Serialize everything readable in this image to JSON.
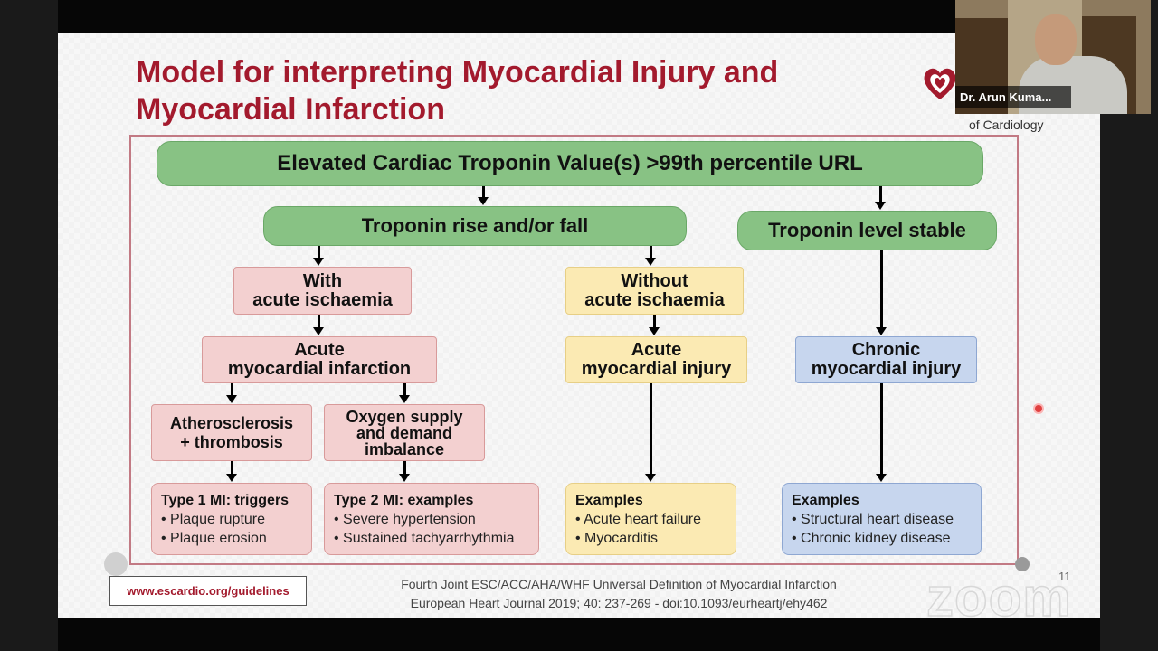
{
  "slide": {
    "title_line1": "Model for interpreting Myocardial Injury and",
    "title_line2": "Myocardial Infarction",
    "org_text": "of Cardiology",
    "page_number": "11",
    "url": "www.escardio.org/guidelines",
    "reference_line1": "Fourth Joint ESC/ACC/AHA/WHF Universal Definition of Myocardial Infarction",
    "reference_line2": "European Heart Journal 2019; 40: 237-269 - doi:10.1093/eurheartj/ehy462",
    "colors": {
      "title": "#a31a2d",
      "pill": "#88c284",
      "pink": "#f3d0d0",
      "yellow": "#fbeab3",
      "blue": "#c7d6ee"
    }
  },
  "flow": {
    "top": "Elevated Cardiac Troponin Value(s) >99th percentile URL",
    "rise_fall": "Troponin rise and/or fall",
    "stable": "Troponin level stable",
    "with_ischaemia": [
      "With",
      "acute ischaemia"
    ],
    "without_ischaemia": [
      "Without",
      "acute ischaemia"
    ],
    "acute_mi": [
      "Acute",
      "myocardial infarction"
    ],
    "acute_injury": [
      "Acute",
      "myocardial injury"
    ],
    "chronic_injury": [
      "Chronic",
      "myocardial injury"
    ],
    "athero": [
      "Atherosclerosis",
      "+ thrombosis"
    ],
    "oxygen": [
      "Oxygen supply",
      "and demand",
      "imbalance"
    ],
    "type1": {
      "heading": "Type 1 MI: triggers",
      "items": [
        "• Plaque rupture",
        "• Plaque erosion"
      ]
    },
    "type2": {
      "heading": "Type 2 MI: examples",
      "items": [
        "• Severe hypertension",
        "• Sustained tachyarrhythmia"
      ]
    },
    "examples_acute": {
      "heading": "Examples",
      "items": [
        "• Acute heart failure",
        "• Myocarditis"
      ]
    },
    "examples_chronic": {
      "heading": "Examples",
      "items": [
        "• Structural heart disease",
        "• Chronic kidney disease"
      ]
    }
  },
  "video": {
    "participant_name": "Dr. Arun Kuma..."
  },
  "watermark": "zoom"
}
